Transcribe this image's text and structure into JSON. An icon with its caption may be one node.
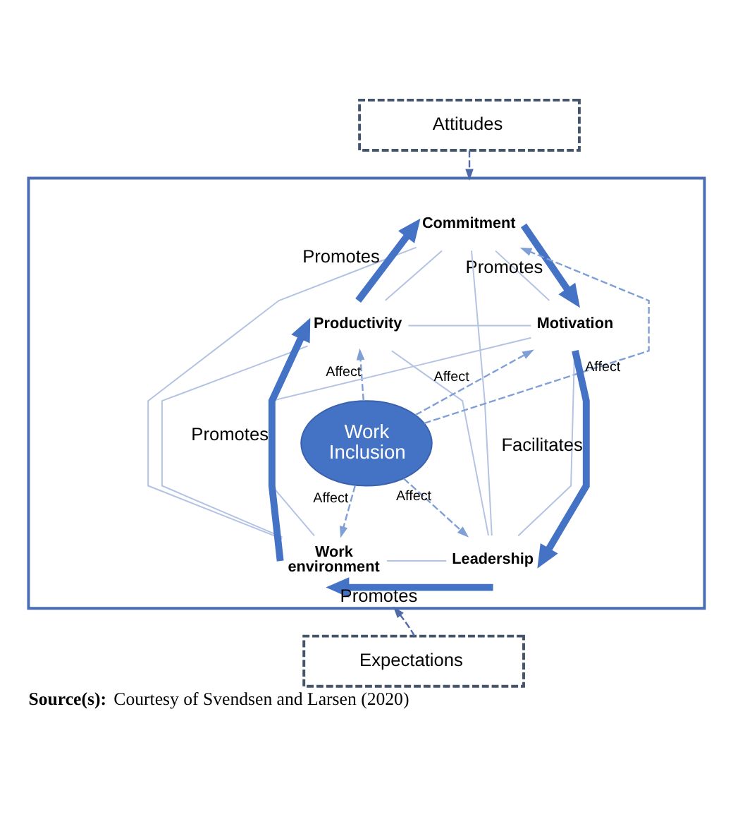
{
  "diagram": {
    "caption": "**Source(s):** Courtesy of Svendsen and Larsen (2020)",
    "nodes": [
      {
        "text": [
          "Attitudes"
        ]
      },
      {
        "text": [],
        "shape": "box"
      },
      {
        "text": [
          "Commitment"
        ],
        "in": 1
      },
      {
        "text": [
          "Productivity"
        ],
        "in": 1
      },
      {
        "text": [
          "Motivation"
        ],
        "in": 1
      },
      {
        "text": [
          "Work Inclusion"
        ],
        "in": 1
      },
      {
        "text": [
          "Work environment"
        ],
        "in": 1
      },
      {
        "text": [
          "Leadership"
        ],
        "in": 1
      },
      {
        "text": [
          "Expectations"
        ]
      }
    ],
    "edges": [
      {
        "from": 0,
        "to": 1,
        "arrow": "to",
        "style": "dashed",
        "color": "#4f6aa8"
      },
      {
        "from": 8,
        "to": 1,
        "arrow": "to",
        "style": "dashed",
        "color": "#4f6aa8"
      },
      {
        "from": 2,
        "to": 3,
        "arrow": "none"
      },
      {
        "from": 2,
        "to": 4,
        "arrow": "none"
      },
      {
        "from": 2,
        "to": 6,
        "arrow": "none"
      },
      {
        "from": 2,
        "to": 7,
        "arrow": "none"
      },
      {
        "from": 3,
        "to": 4,
        "arrow": "none"
      },
      {
        "from": 3,
        "to": 6,
        "arrow": "none"
      },
      {
        "from": 3,
        "to": 7,
        "arrow": "none"
      },
      {
        "from": 4,
        "to": 6,
        "arrow": "none"
      },
      {
        "from": 4,
        "to": 7,
        "arrow": "none"
      },
      {
        "from": 6,
        "to": 7,
        "arrow": "none"
      },
      {
        "from": 5,
        "to": 2,
        "arrow": "to",
        "label": "Affect",
        "style": "dashed",
        "color": "#7f9fd6"
      },
      {
        "from": 5,
        "to": 3,
        "arrow": "to",
        "label": "Affect",
        "style": "dashed",
        "color": "#7f9fd6"
      },
      {
        "from": 5,
        "to": 4,
        "arrow": "to",
        "label": "Affect",
        "style": "dashed",
        "color": "#7f9fd6"
      },
      {
        "from": 5,
        "to": 6,
        "arrow": "to",
        "label": "Affect",
        "style": "dashed",
        "color": "#7f9fd6"
      },
      {
        "from": 5,
        "to": 7,
        "arrow": "to",
        "label": "Affect",
        "style": "dashed",
        "color": "#7f9fd6"
      },
      {
        "from": 3,
        "to": 2,
        "arrow": "to",
        "label": "Promotes",
        "style": "thick",
        "color": "#4472c4"
      },
      {
        "from": 2,
        "to": 4,
        "arrow": "to",
        "label": "Promotes",
        "style": "thick",
        "color": "#4472c4"
      },
      {
        "from": 4,
        "to": 7,
        "arrow": "to",
        "label": "Facilitates",
        "style": "thick",
        "color": "#4472c4"
      },
      {
        "from": 7,
        "to": 6,
        "arrow": "to",
        "label": "Promotes",
        "style": "thick",
        "color": "#4472c4"
      },
      {
        "from": 6,
        "to": 3,
        "arrow": "to",
        "label": "Promotes",
        "style": "thick",
        "color": "#4472c4"
      }
    ]
  }
}
